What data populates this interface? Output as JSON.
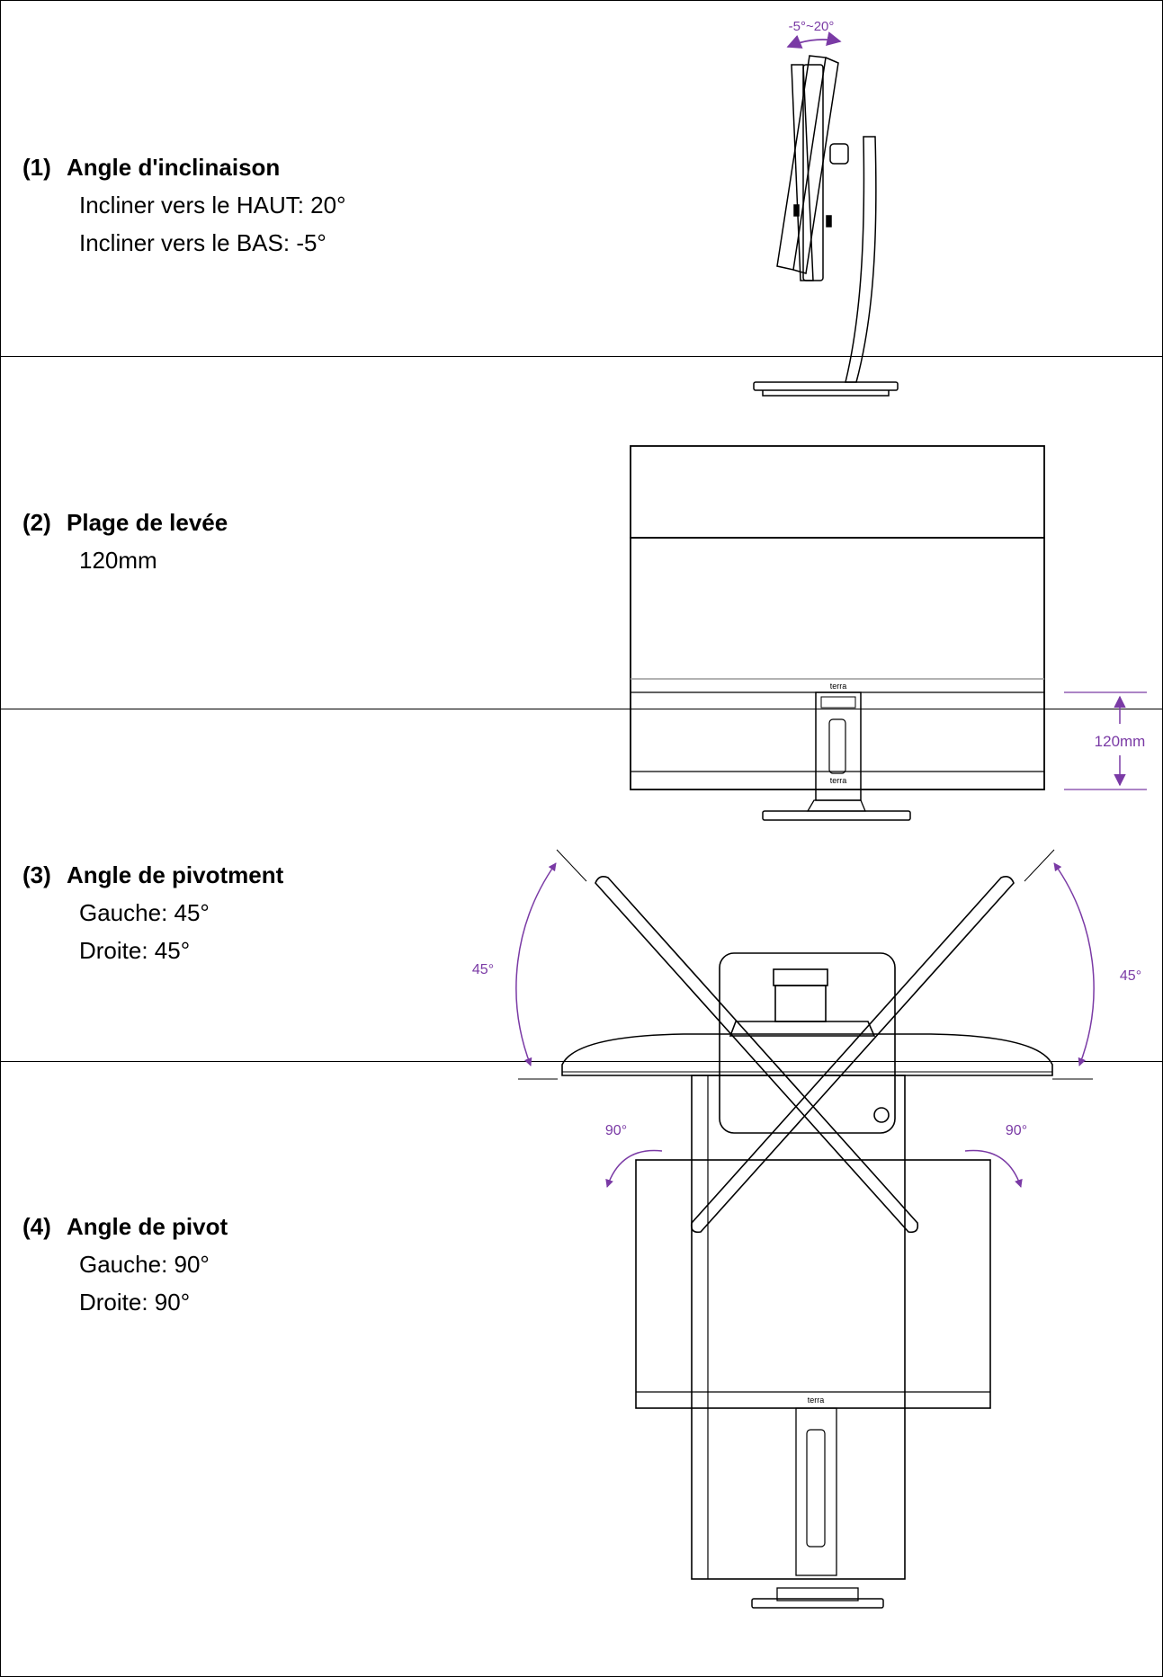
{
  "sections": [
    {
      "number": "(1)",
      "title": "Angle d'inclinaison",
      "lines": [
        "Incliner vers le HAUT: 20°",
        "Incliner vers le BAS: -5°"
      ],
      "figure_label": "-5°~20°"
    },
    {
      "number": "(2)",
      "title": "Plage de levée",
      "lines": [
        "120mm"
      ],
      "figure_label": "120mm",
      "brand": "terra"
    },
    {
      "number": "(3)",
      "title": "Angle de pivotment",
      "lines": [
        "Gauche: 45°",
        "Droite: 45°"
      ],
      "figure_label_left": "45°",
      "figure_label_right": "45°"
    },
    {
      "number": "(4)",
      "title": "Angle de pivot",
      "lines": [
        "Gauche: 90°",
        "Droite: 90°"
      ],
      "figure_label_left": "90°",
      "figure_label_right": "90°",
      "brand": "terra"
    }
  ],
  "colors": {
    "accent": "#7a3aa5",
    "line": "#000000"
  }
}
